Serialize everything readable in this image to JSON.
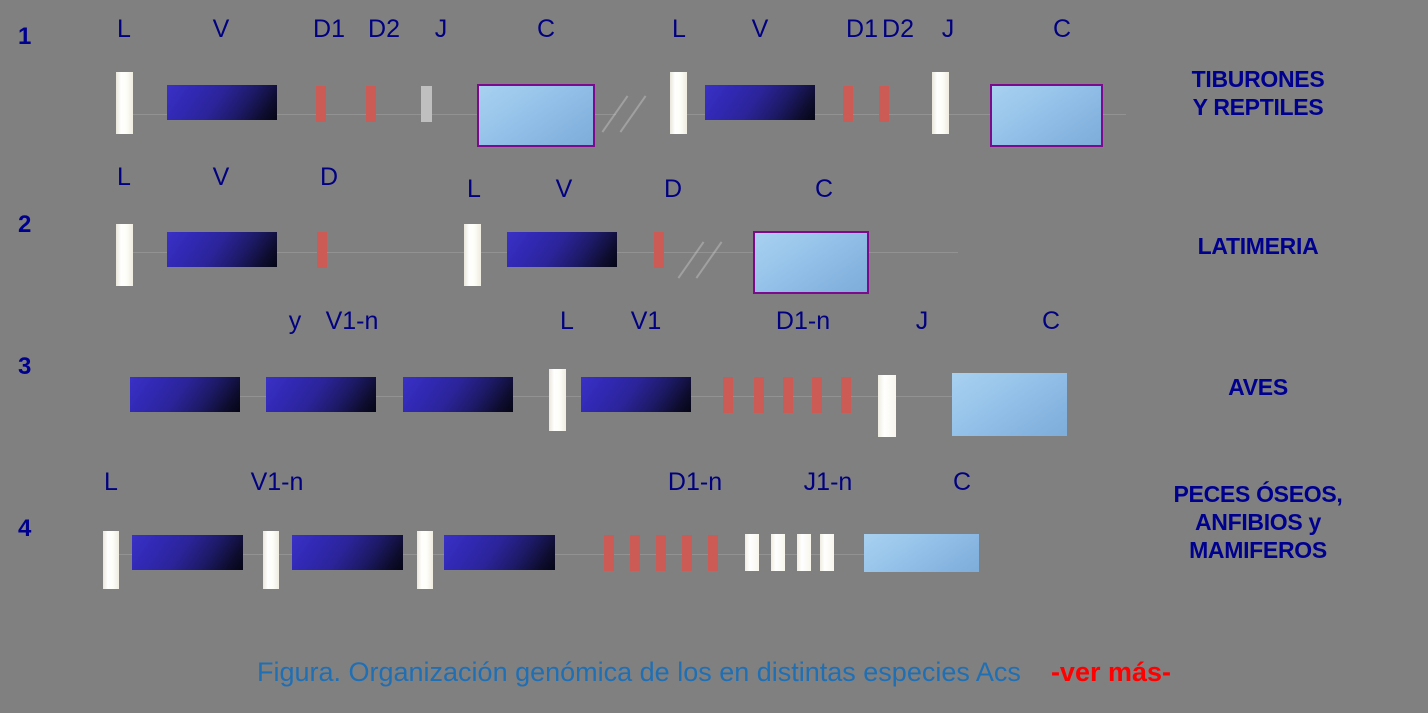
{
  "figure": {
    "background_color": "#808080",
    "label_color": "#000080",
    "species_color": "#00008f",
    "caption_color": "#1f6fb5",
    "caption_accent_color": "#ff0000",
    "segment_colors": {
      "v_block": "#3a31c6",
      "d_bar": "#cd5b55",
      "j_grey": "#bfbfbf",
      "j_cream": "#f7f5ec",
      "l_bar": "#ffffff",
      "c_box": "#9cc8ec",
      "c_border": "#7d0a8c"
    }
  },
  "rows": [
    {
      "number": "1",
      "species": [
        "TIBURONES",
        "Y REPTILES"
      ],
      "labels": [
        "L",
        "V",
        "D1",
        "D2",
        "J",
        "C",
        "L",
        "V",
        "D1",
        "D2",
        "J",
        "C"
      ]
    },
    {
      "number": "2",
      "species": [
        "LATIMERIA"
      ],
      "labels": [
        "L",
        "V",
        "D",
        "L",
        "V",
        "D",
        "C"
      ]
    },
    {
      "number": "3",
      "species": [
        "AVES"
      ],
      "labels": [
        "y",
        "V1-n",
        "L",
        "V1",
        "D1-n",
        "J",
        "C"
      ]
    },
    {
      "number": "4",
      "species": [
        "PECES ÓSEOS,",
        "ANFIBIOS y",
        "MAMIFEROS"
      ],
      "labels": [
        "L",
        "V1-n",
        "D1-n",
        "J1-n",
        "C"
      ]
    }
  ],
  "caption": {
    "main": "Figura. Organización  genómica  de los   en distintas  especies  Acs",
    "more": "-ver más-"
  }
}
